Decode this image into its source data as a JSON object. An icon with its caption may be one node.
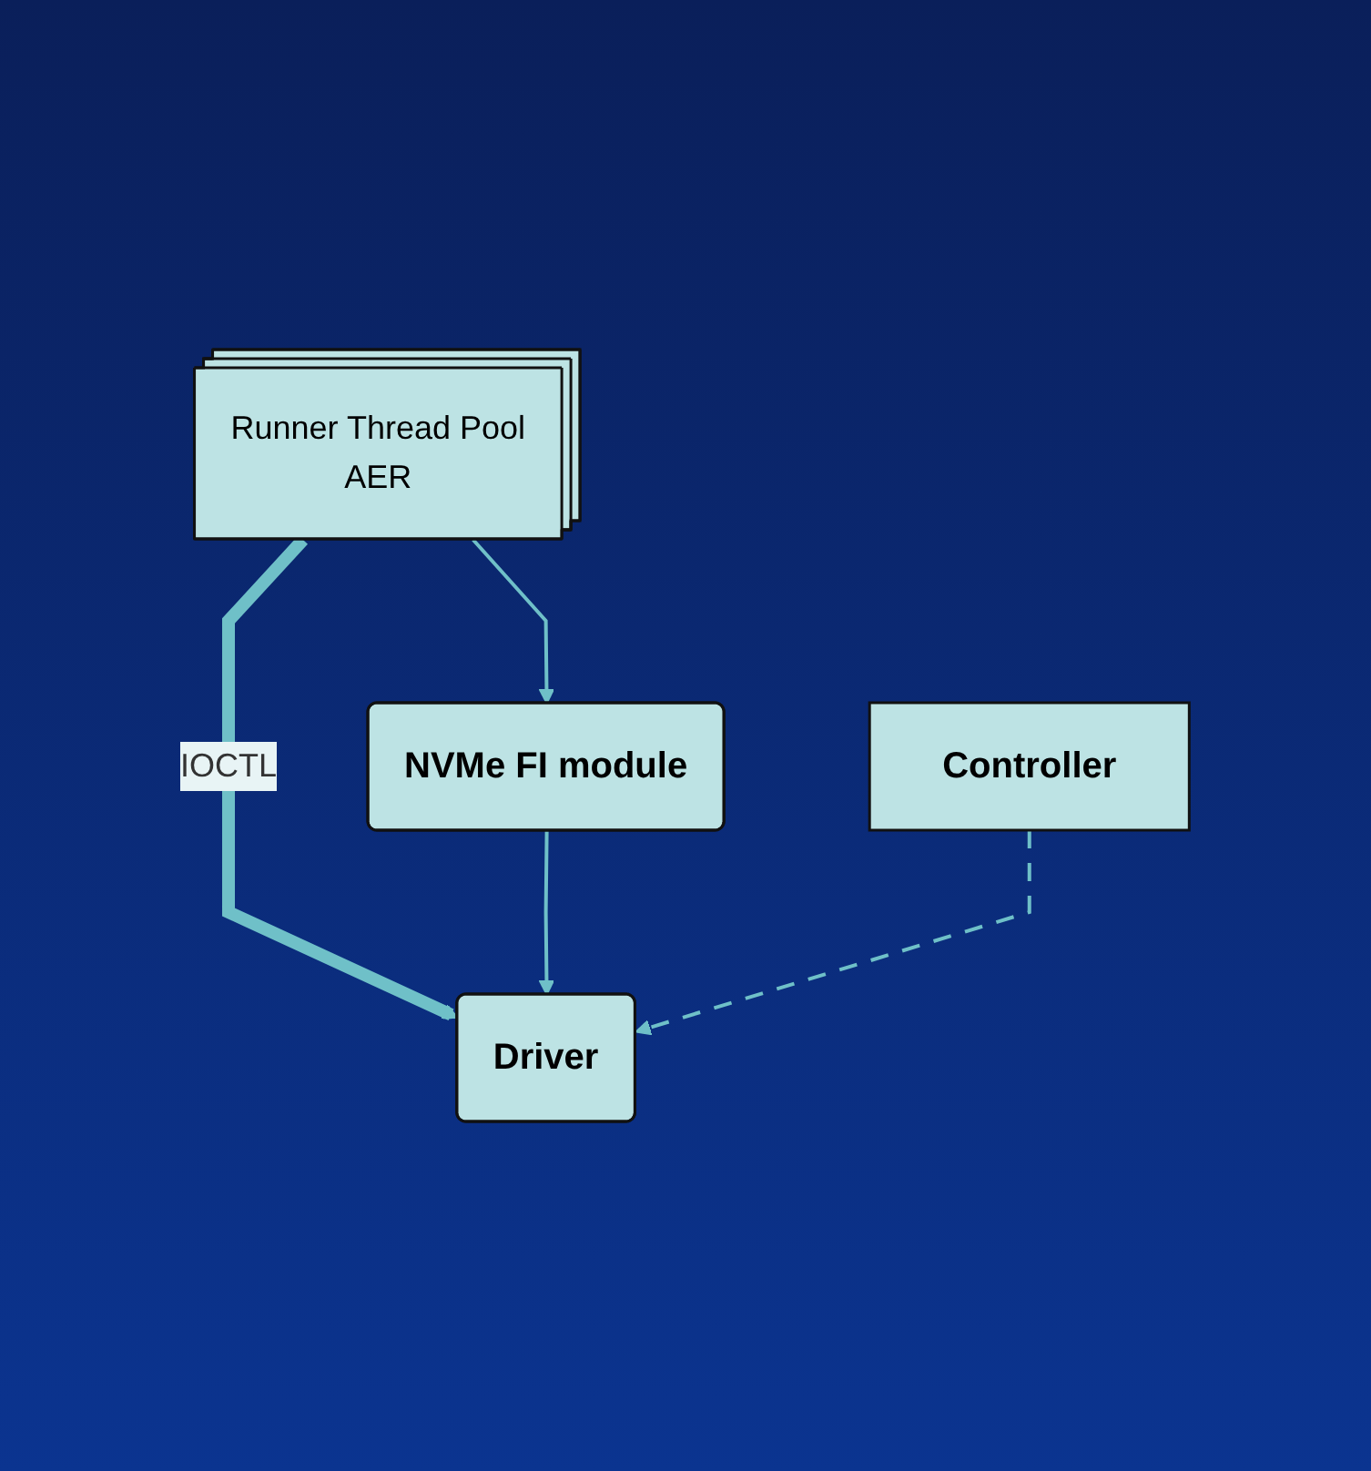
{
  "diagram": {
    "nodes": [
      {
        "text": [
          "Runner Thread Pool",
          "AER"
        ]
      },
      {
        "text": [
          "NVMe FI module"
        ]
      },
      {
        "text": [
          "Driver"
        ]
      },
      {
        "text": [
          "Controller"
        ]
      }
    ],
    "edges": [
      {
        "from": 0,
        "to": 1,
        "arrow": "to"
      },
      {
        "from": 0,
        "to": 2,
        "label": "IOCTL",
        "arrow": "to",
        "style": "thick"
      },
      {
        "from": 1,
        "to": 2,
        "arrow": "to"
      },
      {
        "from": 3,
        "to": 2,
        "arrow": "to",
        "style": "dashed"
      }
    ]
  }
}
